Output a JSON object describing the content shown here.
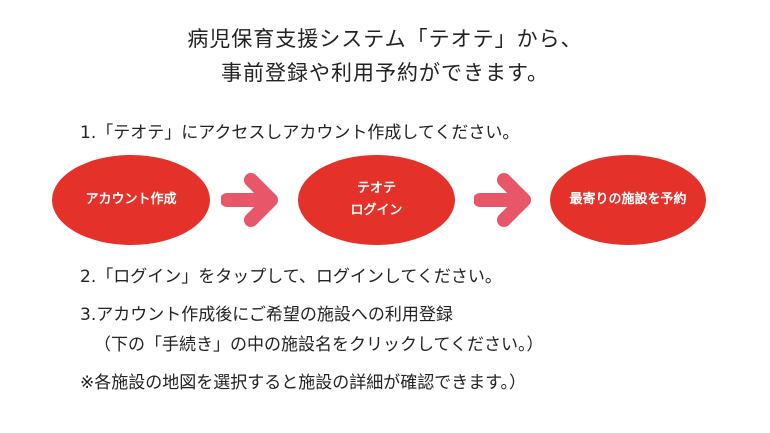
{
  "title": {
    "line1": "病児保育支援システム「テオテ」から、",
    "line2": "事前登録や利用予約ができます。"
  },
  "steps": {
    "step1": "1.「テオテ」にアクセスしアカウント作成してください。",
    "step2": "2.「ログイン」をタップして、ログインしてください。",
    "step3_line1": "3.アカウント作成後にご希望の施設への利用登録",
    "step3_line2": "（下の「手続き」の中の施設名をクリックしてください。）",
    "note": "※各施設の地図を選択すると施設の詳細が確認できます。）"
  },
  "flow": [
    {
      "line1": "アカウント作成"
    },
    {
      "line1": "テオテ",
      "line2": "ログイン"
    },
    {
      "line1": "最寄りの施設を予約"
    }
  ],
  "colors": {
    "oval": "#e4312a",
    "arrow": "#e8566a"
  }
}
